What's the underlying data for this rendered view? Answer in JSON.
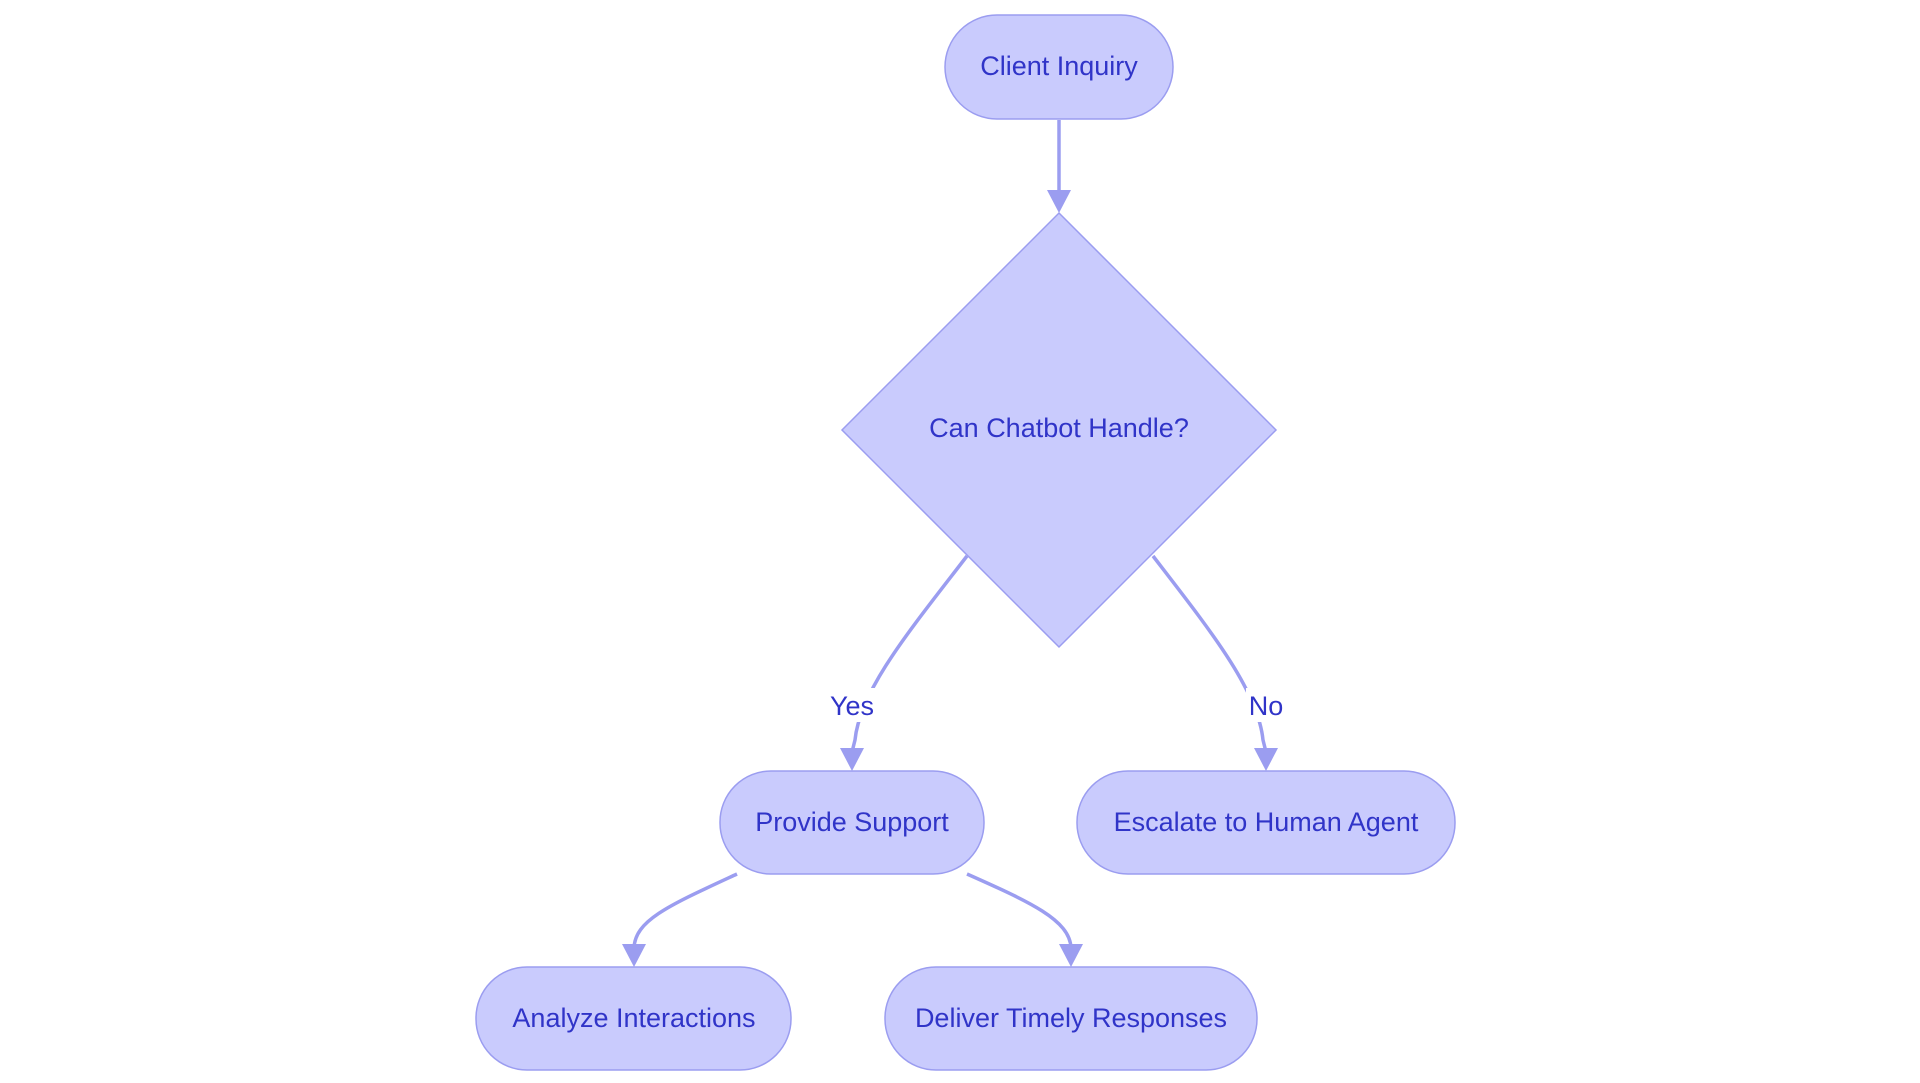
{
  "nodes": {
    "client_inquiry": "Client Inquiry",
    "can_chatbot_handle": "Can Chatbot Handle?",
    "provide_support": "Provide Support",
    "escalate": "Escalate to Human Agent",
    "analyze": "Analyze Interactions",
    "deliver": "Deliver Timely Responses"
  },
  "edges": {
    "yes": "Yes",
    "no": "No"
  },
  "colors": {
    "node_fill": "#c9cbfd",
    "node_stroke": "#9b9df0",
    "text": "#3034c8",
    "edge": "#9b9df0"
  }
}
